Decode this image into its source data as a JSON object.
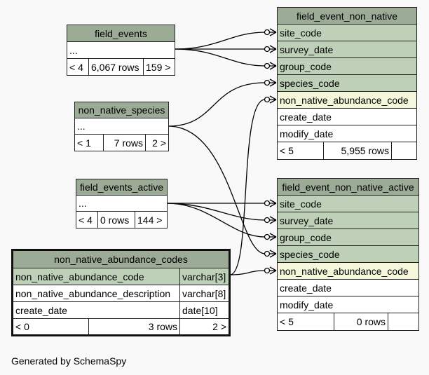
{
  "tables": {
    "field_events": {
      "name": "field_events",
      "ellipsis": "...",
      "parents": "< 4",
      "rows": "6,067 rows",
      "children": "159 >"
    },
    "non_native_species": {
      "name": "non_native_species",
      "ellipsis": "...",
      "parents": "< 1",
      "rows": "7 rows",
      "children": "2 >"
    },
    "field_events_active": {
      "name": "field_events_active",
      "ellipsis": "...",
      "parents": "< 4",
      "rows": "0 rows",
      "children": "144 >"
    },
    "non_native_abundance_codes": {
      "name": "non_native_abundance_codes",
      "columns": [
        {
          "name": "non_native_abundance_code",
          "type": "varchar[3]"
        },
        {
          "name": "non_native_abundance_description",
          "type": "varchar[8]"
        },
        {
          "name": "create_date",
          "type": "date[10]"
        }
      ],
      "parents": "< 0",
      "rows": "3 rows",
      "children": "2 >"
    },
    "field_event_non_native": {
      "name": "field_event_non_native",
      "columns": [
        "site_code",
        "survey_date",
        "group_code",
        "species_code",
        "non_native_abundance_code",
        "create_date",
        "modify_date"
      ],
      "parents": "< 5",
      "rows": "5,955 rows"
    },
    "field_event_non_native_active": {
      "name": "field_event_non_native_active",
      "columns": [
        "site_code",
        "survey_date",
        "group_code",
        "species_code",
        "non_native_abundance_code",
        "create_date",
        "modify_date"
      ],
      "parents": "< 5",
      "rows": "0 rows"
    }
  },
  "footer": "Generated by SchemaSpy",
  "colors": {
    "header": "#9bab96",
    "key_column": "#bed1b8",
    "foreign_key_column": "#f4f7da",
    "background": "#f9f9f9",
    "edge": "#000000"
  }
}
